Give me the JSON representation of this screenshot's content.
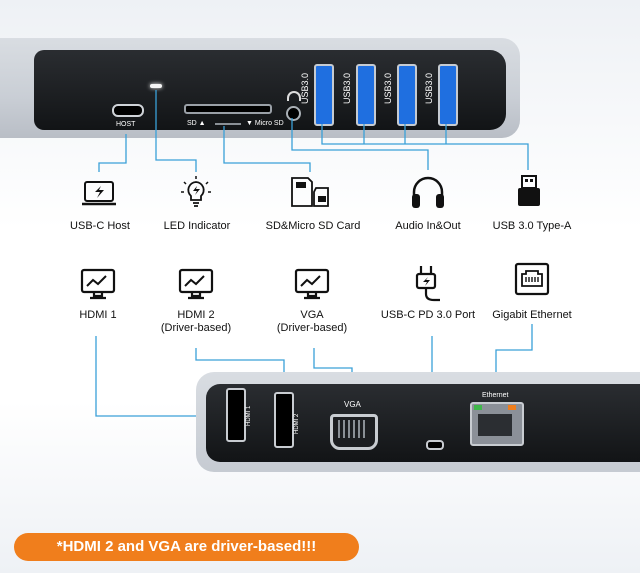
{
  "top_device": {
    "host_label": "HOST",
    "sd_label": "SD",
    "micro_sd_label": "Micro SD",
    "usb_labels": [
      "USB3.0",
      "USB3.0",
      "USB3.0",
      "USB3.0"
    ]
  },
  "top_features": [
    {
      "label": "USB-C Host",
      "icon": "laptop-charge-icon"
    },
    {
      "label": "LED Indicator",
      "icon": "light-bulb-icon"
    },
    {
      "label": "SD&Micro SD Card",
      "icon": "sd-card-icon"
    },
    {
      "label": "Audio In&Out",
      "icon": "headphones-icon"
    },
    {
      "label": "USB 3.0 Type-A",
      "icon": "usb-stick-icon"
    }
  ],
  "bottom_features": [
    {
      "label": "HDMI 1",
      "icon": "monitor-icon"
    },
    {
      "line1": "HDMI 2",
      "line2": "(Driver-based)",
      "icon": "monitor-icon"
    },
    {
      "line1": "VGA",
      "line2": "(Driver-based)",
      "icon": "monitor-icon"
    },
    {
      "label": "USB-C PD 3.0 Port",
      "icon": "power-plug-icon"
    },
    {
      "label": "Gigabit Ethernet",
      "icon": "ethernet-port-icon"
    }
  ],
  "bottom_device": {
    "hdmi1_label": "HDMI 1",
    "hdmi2_label": "HDMI 2",
    "vga_label": "VGA",
    "ethernet_label": "Ethernet"
  },
  "banner": {
    "text": "*HDMI 2 and VGA are driver-based!!!"
  },
  "colors": {
    "accent": "#f07e1c",
    "usb_blue": "#1f6fe0",
    "face": "#16181b",
    "line": "#3aa0d8"
  }
}
